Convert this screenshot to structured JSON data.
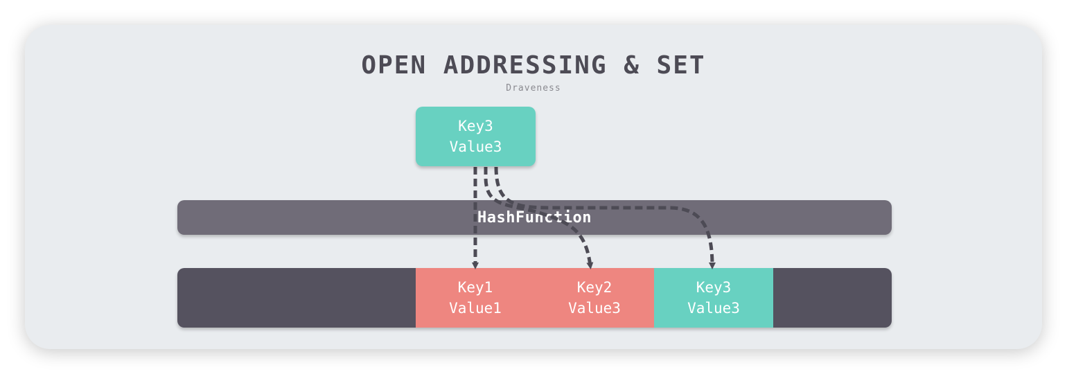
{
  "title": "OPEN ADDRESSING & SET",
  "subtitle": "Draveness",
  "incoming": {
    "key": "Key3",
    "value": "Value3",
    "color": "#68d1c1"
  },
  "hash_function": {
    "label": "HashFunction",
    "color": "#706c78"
  },
  "table": {
    "color": "#55525f",
    "slots": [
      {
        "key": "Key1",
        "value": "Value1",
        "color": "#ee8680"
      },
      {
        "key": "Key2",
        "value": "Value3",
        "color": "#ee8680"
      },
      {
        "key": "Key3",
        "value": "Value3",
        "color": "#68d1c1"
      }
    ]
  },
  "colors": {
    "background": "#e9ecef",
    "title": "#4d4b55",
    "arrow": "#4d4b55"
  }
}
